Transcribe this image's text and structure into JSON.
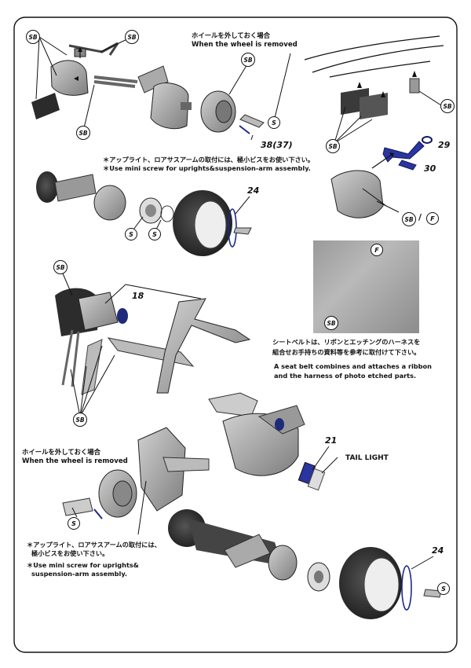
{
  "notes": {
    "wheel_removed_top_jp": "ホイールを外しておく場合",
    "wheel_removed_top_en": "When the wheel is removed",
    "mini_screw_top_jp": "＊アップライト、ロアサスアームの取付には、極小ビスをお使い下さい。",
    "mini_screw_top_en": "＊Use mini screw for uprights&suspension-arm assembly.",
    "seatbelt_jp_1": "シートベルトは、リボンとエッチングのハーネスを",
    "seatbelt_jp_2": "組合せお手持ちの資料等を参考に取付けて下さい。",
    "seatbelt_en_1": "A seat belt combines and attaches a ribbon",
    "seatbelt_en_2": "and the harness of photo etched parts.",
    "wheel_removed_bottom_jp": "ホイールを外しておく場合",
    "wheel_removed_bottom_en": "When the wheel is removed",
    "mini_screw_bottom_jp_1": "＊アップライト、ロアサスアームの取付には、",
    "mini_screw_bottom_jp_2": "極小ビスをお使い下さい。",
    "mini_screw_bottom_en_1": "＊Use mini screw for uprights&",
    "mini_screw_bottom_en_2": "suspension-arm assembly.",
    "tail_light": "TAIL LIGHT"
  },
  "part_numbers": {
    "p38": "38(37)",
    "p24_top": "24",
    "p29": "29",
    "p30": "30",
    "p18": "18",
    "p21": "21",
    "p24_bottom": "24",
    "slash": "/"
  },
  "callouts": {
    "sb": "SB",
    "s": "S",
    "f": "F"
  },
  "colors": {
    "line": "#111111",
    "part_gray": "#9a9a9a",
    "tire": "#2e2e2e",
    "accent_blue": "#1c2a8c"
  }
}
